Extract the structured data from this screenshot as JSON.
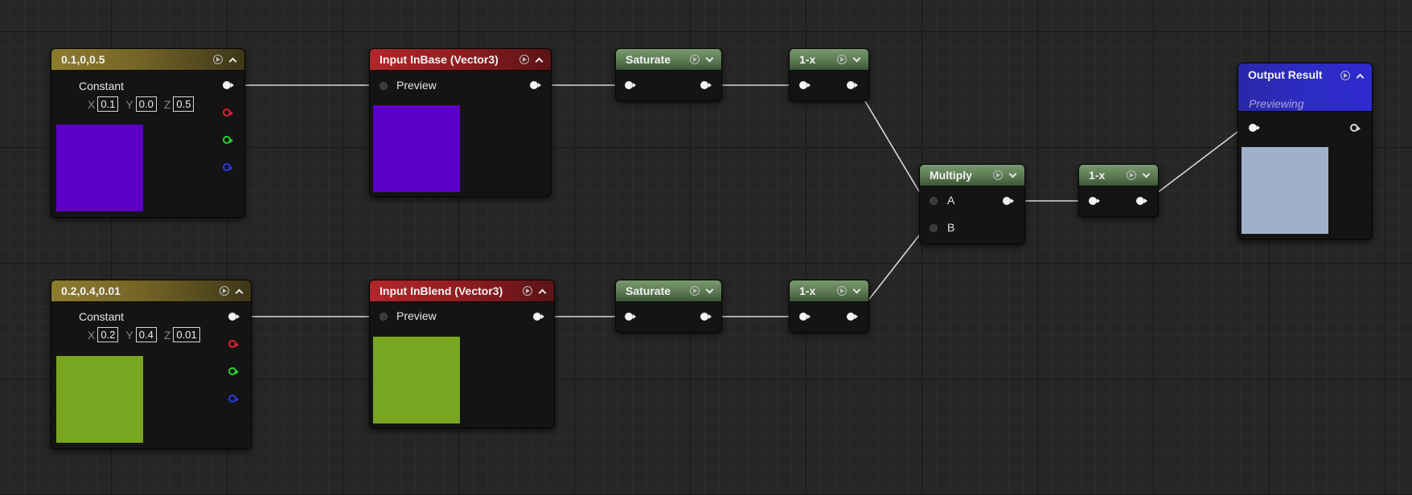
{
  "nodes": {
    "const1": {
      "title": "0.1,0,0.5",
      "label": "Constant",
      "x_axis": "X",
      "x": "0.1",
      "y_axis": "Y",
      "y": "0.0",
      "z_axis": "Z",
      "z": "0.5",
      "swatch": "#5b00c4"
    },
    "const2": {
      "title": "0.2,0.4,0.01",
      "label": "Constant",
      "x_axis": "X",
      "x": "0.2",
      "y_axis": "Y",
      "y": "0.4",
      "z_axis": "Z",
      "z": "0.01",
      "swatch": "#79a621"
    },
    "input_base": {
      "title": "Input InBase (Vector3)",
      "pin_label": "Preview",
      "swatch": "#5b00c4"
    },
    "input_blend": {
      "title": "Input InBlend (Vector3)",
      "pin_label": "Preview",
      "swatch": "#79a621"
    },
    "saturate1": {
      "title": "Saturate"
    },
    "saturate2": {
      "title": "Saturate"
    },
    "oneminus1": {
      "title": "1-x"
    },
    "oneminus2": {
      "title": "1-x"
    },
    "multiply": {
      "title": "Multiply",
      "pin_a": "A",
      "pin_b": "B"
    },
    "oneminus3": {
      "title": "1-x"
    },
    "output": {
      "title": "Output Result",
      "subtitle": "Previewing",
      "swatch": "#9fb1c9"
    }
  },
  "colors": {
    "wire": "#d9d9d9",
    "grid": "#262626"
  }
}
